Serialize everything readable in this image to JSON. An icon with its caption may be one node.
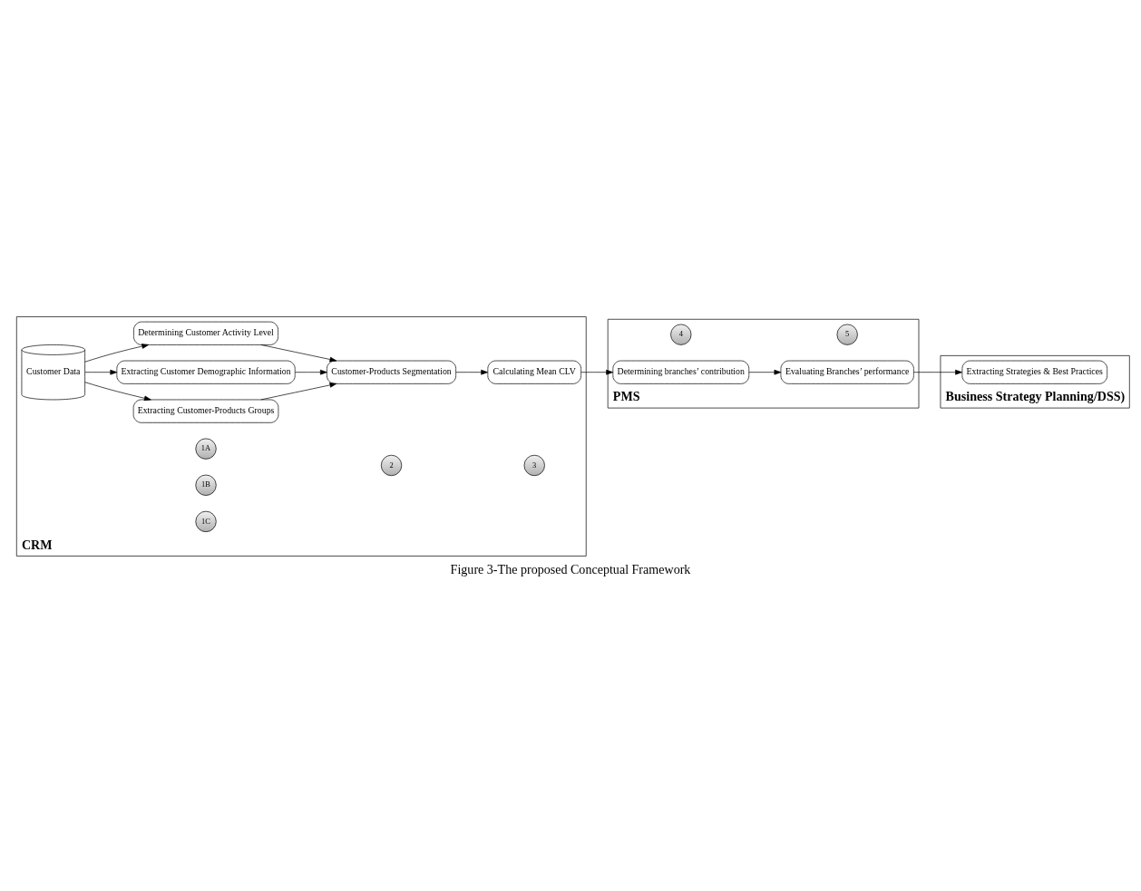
{
  "diagram": {
    "caption": "Figure 3-The proposed Conceptual Framework",
    "nodes": [
      {
        "text": [
          "CRM"
        ]
      },
      {
        "text": [
          "Customer Data"
        ],
        "in": 0
      },
      {
        "text": [
          "1A"
        ],
        "in": 0
      },
      {
        "text": [
          "Extracting Customer-Products Groups"
        ],
        "in": 0
      },
      {
        "text": [
          "1B"
        ],
        "in": 0
      },
      {
        "text": [
          "Extracting Customer Demographic Information"
        ],
        "in": 0
      },
      {
        "text": [
          "1C"
        ],
        "in": 0
      },
      {
        "text": [
          "Determining Customer Activity Level"
        ],
        "in": 0
      },
      {
        "text": [
          "2"
        ],
        "in": 0
      },
      {
        "text": [
          "Customer-Products Segmentation"
        ],
        "in": 0
      },
      {
        "text": [
          "3"
        ],
        "in": 0
      },
      {
        "text": [
          "Calculating Mean CLV"
        ],
        "in": 0
      },
      {
        "text": [
          "PMS"
        ]
      },
      {
        "text": [
          "5"
        ],
        "in": 12
      },
      {
        "text": [
          "Evaluating Branches’ performance"
        ],
        "in": 12
      },
      {
        "text": [
          "4"
        ],
        "in": 12
      },
      {
        "text": [
          "Determining branches’ contribution"
        ],
        "in": 12
      },
      {
        "text": [
          "Business Strategy Planning/DSS)"
        ]
      },
      {
        "text": [
          "Extracting Strategies & Best Practices"
        ],
        "in": 17
      }
    ],
    "edges": [
      {
        "from": 1,
        "to": 3,
        "arrow": "to"
      },
      {
        "from": 1,
        "to": 5,
        "arrow": "to"
      },
      {
        "from": 1,
        "to": 7,
        "arrow": "to"
      },
      {
        "from": 3,
        "to": 9,
        "arrow": "to"
      },
      {
        "from": 5,
        "to": 9,
        "arrow": "to"
      },
      {
        "from": 7,
        "to": 9,
        "arrow": "to"
      },
      {
        "from": 9,
        "to": 11,
        "arrow": "to"
      },
      {
        "from": 11,
        "to": 16,
        "arrow": "to"
      },
      {
        "from": 16,
        "to": 14,
        "arrow": "to"
      },
      {
        "from": 14,
        "to": 18,
        "arrow": "to"
      }
    ]
  }
}
